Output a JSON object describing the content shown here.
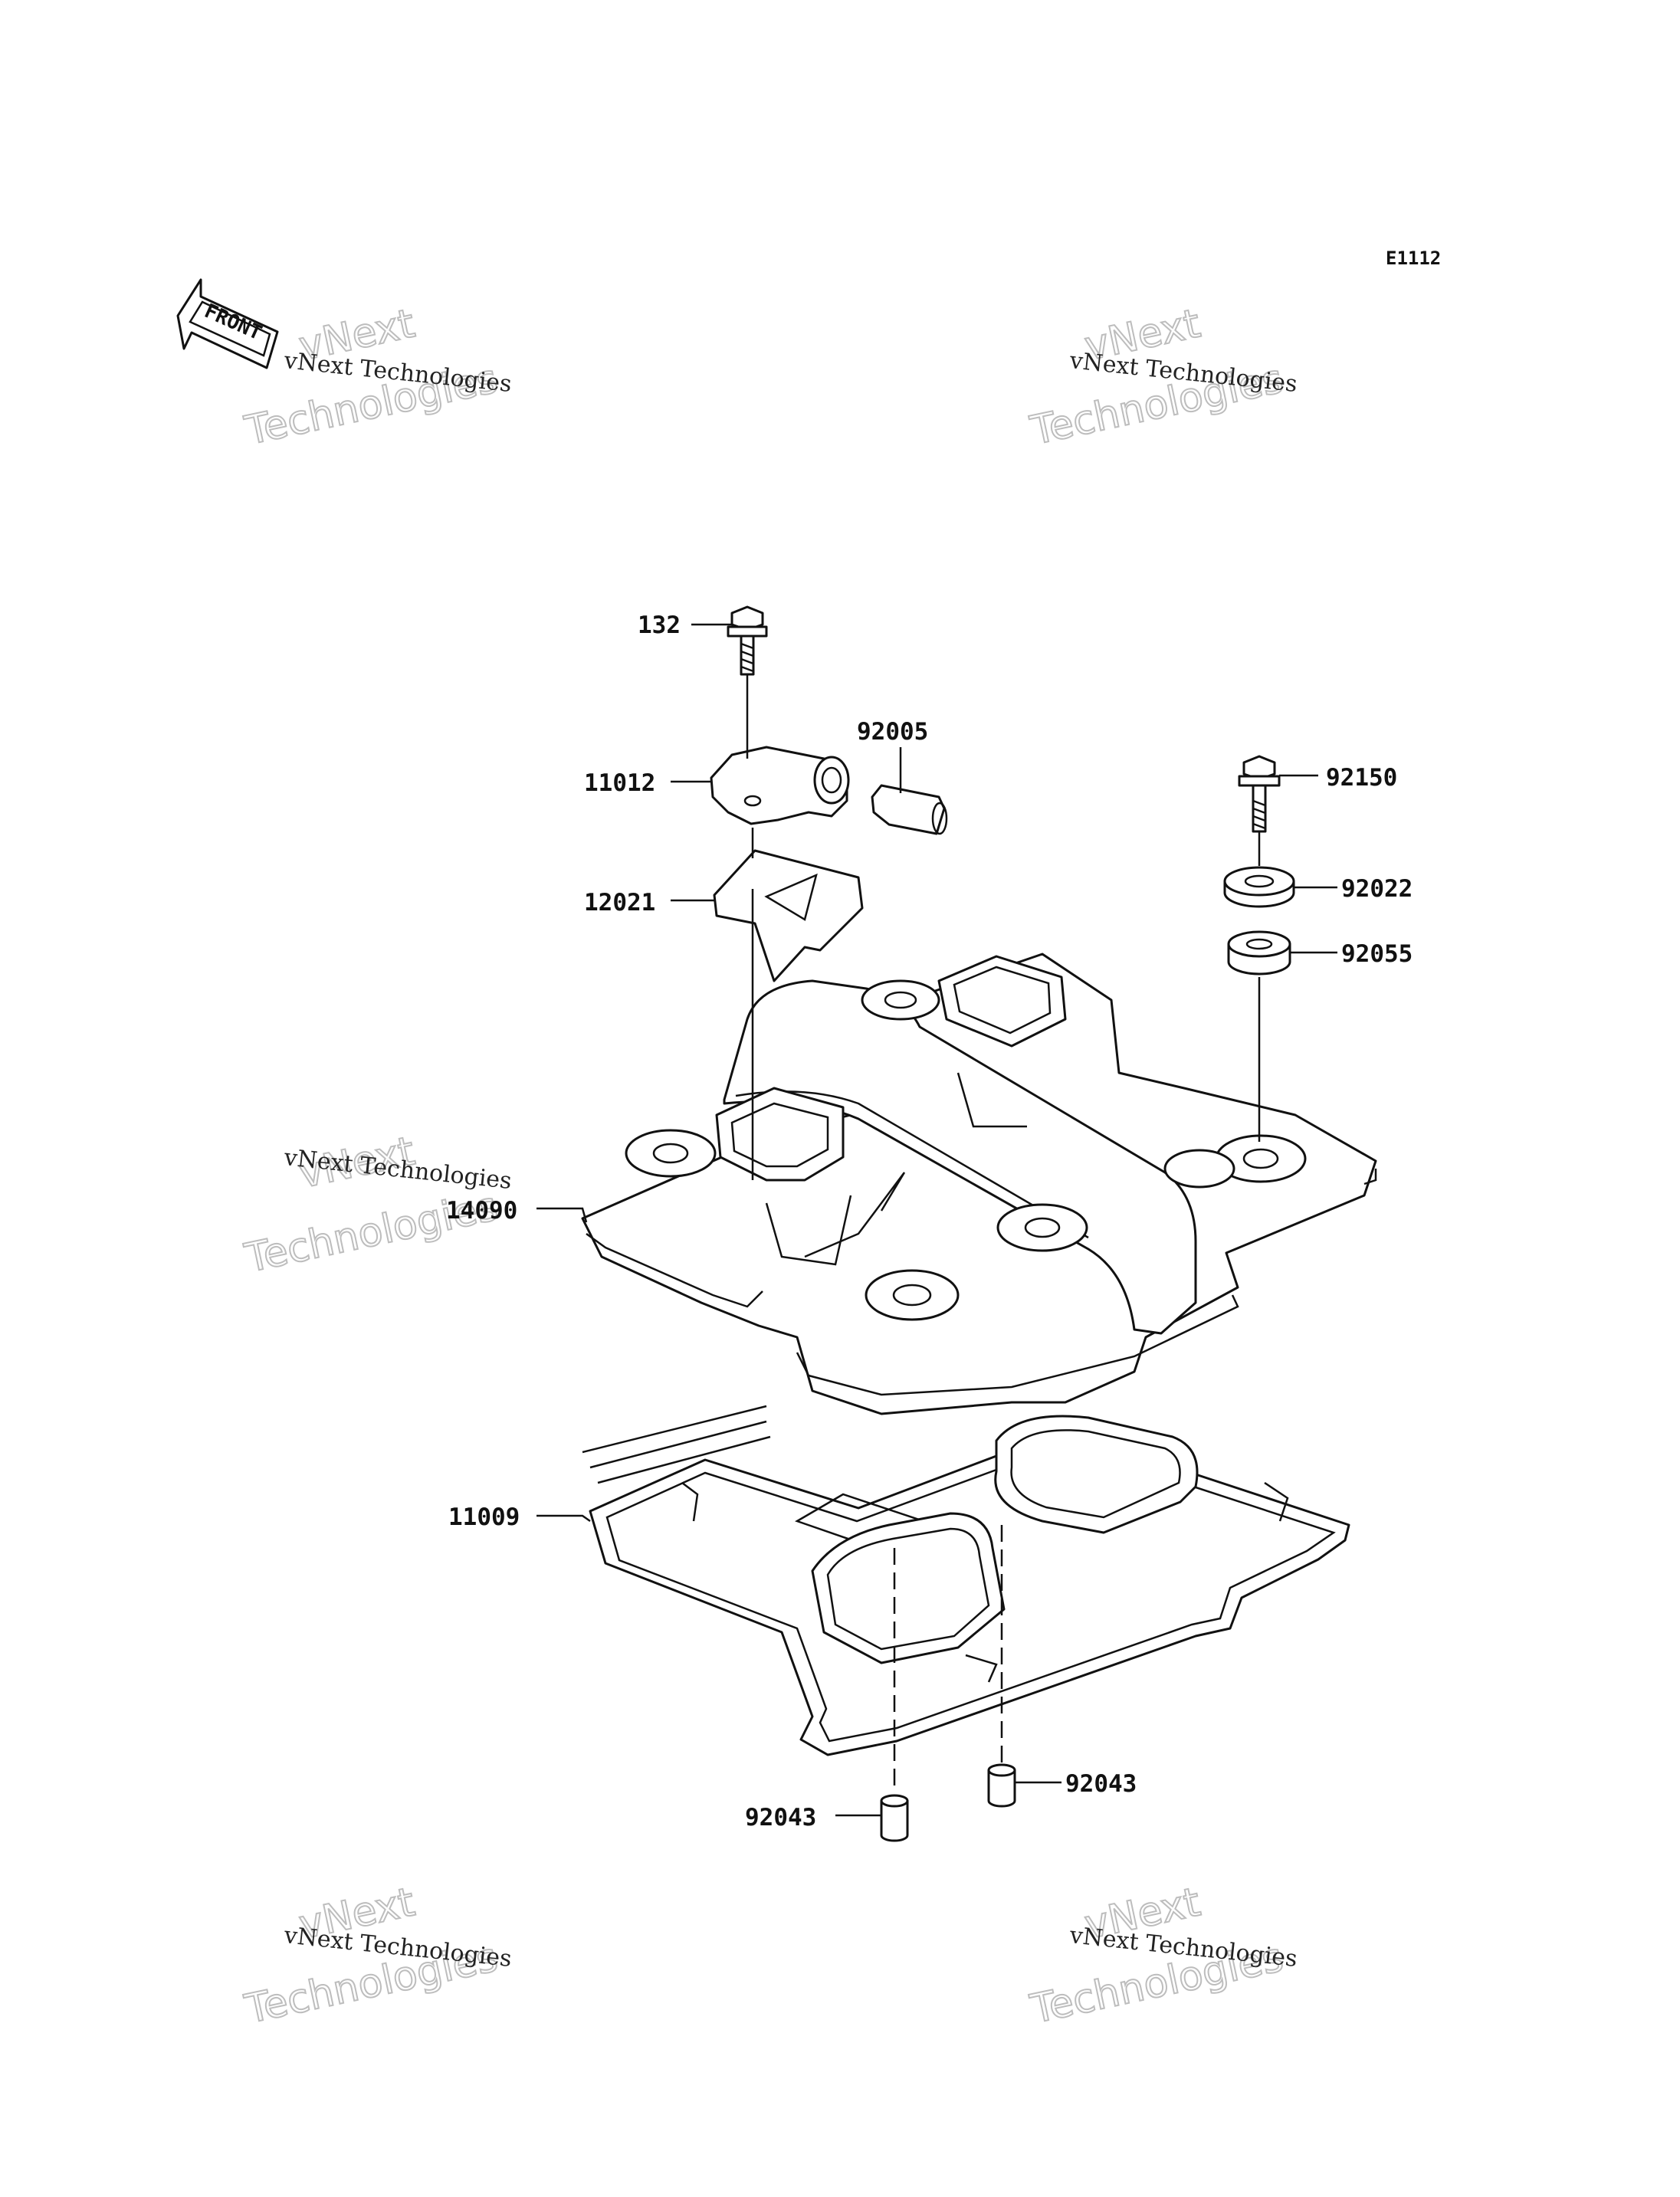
{
  "diagram_code": "E1112",
  "front_label": "FRONT",
  "watermark": {
    "small": "vNext Technologies",
    "big_line1": "vNext",
    "big_line2": "Technologies"
  },
  "callouts": [
    {
      "id": "bolt",
      "label": "132"
    },
    {
      "id": "cap",
      "label": "11012"
    },
    {
      "id": "plug",
      "label": "92005"
    },
    {
      "id": "breather",
      "label": "12021"
    },
    {
      "id": "bolt-right",
      "label": "92150"
    },
    {
      "id": "washer",
      "label": "92022"
    },
    {
      "id": "grommet",
      "label": "92055"
    },
    {
      "id": "cover",
      "label": "14090"
    },
    {
      "id": "gasket",
      "label": "11009"
    },
    {
      "id": "dowel-left",
      "label": "92043"
    },
    {
      "id": "dowel-right",
      "label": "92043"
    }
  ]
}
